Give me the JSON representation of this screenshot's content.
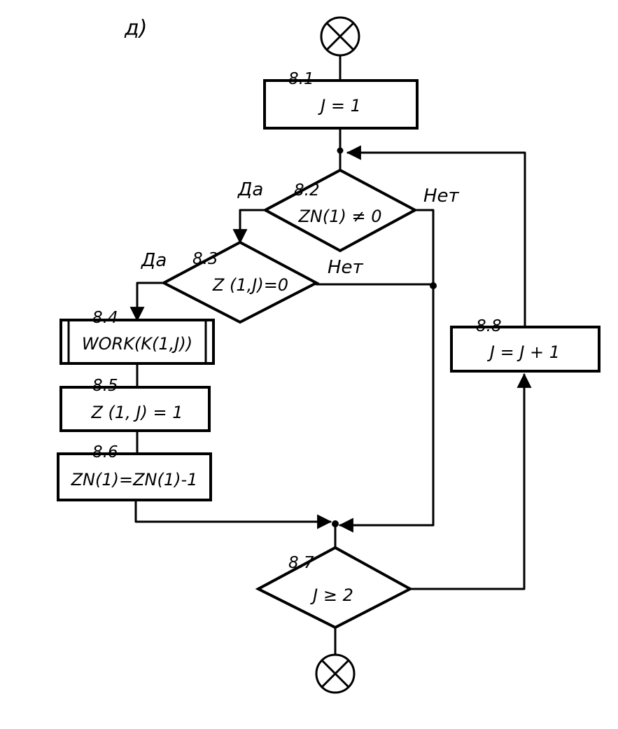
{
  "figure_label": "д)",
  "blocks": {
    "b81": {
      "number": "8.1",
      "text": "J = 1"
    },
    "b82": {
      "number": "8.2",
      "text": "ZN(1) ≠ 0",
      "yes": "Да",
      "no": "Нет"
    },
    "b83": {
      "number": "8.3",
      "text": "Z (1,J)=0",
      "yes": "Да",
      "no": "Нет"
    },
    "b84": {
      "number": "8.4",
      "text": "WORK(K(1,J))"
    },
    "b85": {
      "number": "8.5",
      "text": "Z (1, J) = 1"
    },
    "b86": {
      "number": "8.6",
      "text": "ZN(1)=ZN(1)-1"
    },
    "b87": {
      "number": "8.7",
      "text": "J ≥ 2"
    },
    "b88": {
      "number": "8.8",
      "text": "J = J + 1"
    }
  },
  "colors": {
    "ink": "#000000",
    "paper": "#ffffff"
  },
  "icons": {
    "start": "connector-x-icon",
    "end": "connector-x-icon"
  }
}
